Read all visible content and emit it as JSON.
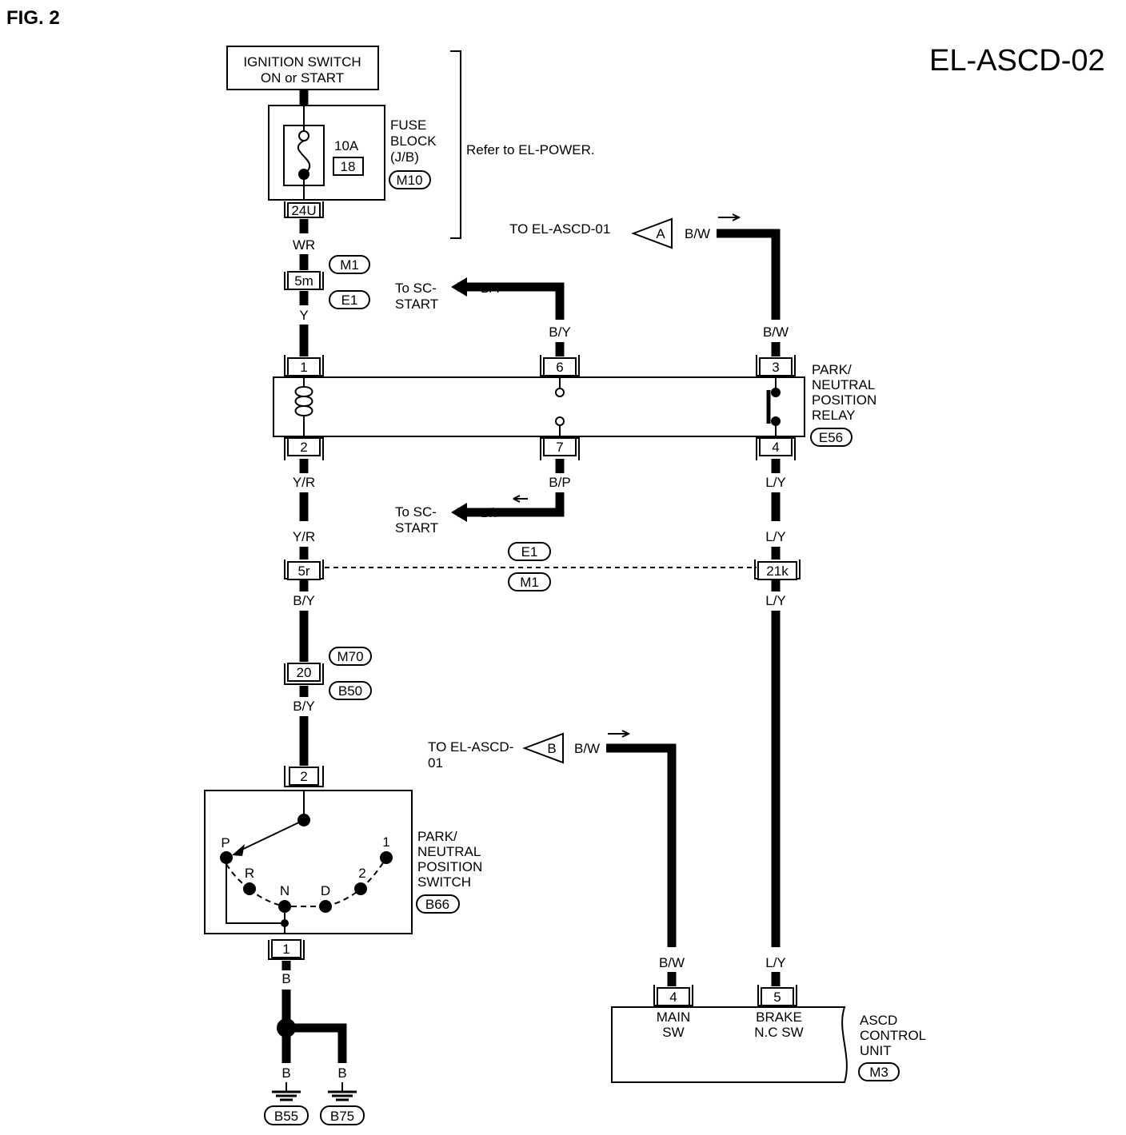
{
  "figure_label": "FIG. 2",
  "diagram_code": "EL-ASCD-02",
  "ignition_switch": {
    "line1": "IGNITION SWITCH",
    "line2": "ON or START"
  },
  "fuse_block": {
    "line1": "FUSE",
    "line2": "BLOCK",
    "line3": "(J/B)",
    "connector": "M10",
    "rating": "10A",
    "fuse_no": "18",
    "terminal": "24U"
  },
  "refer_note": "Refer to EL-POWER.",
  "joint_connector_top": {
    "connector_upper": "M1",
    "terminal": "5m",
    "connector_lower": "E1",
    "wire_in": "WR",
    "wire_out": "Y"
  },
  "relay": {
    "line1": "PARK/",
    "line2": "NEUTRAL",
    "line3": "POSITION",
    "line4": "RELAY",
    "connector": "E56",
    "terminals": [
      "1",
      "2",
      "6",
      "7",
      "3",
      "4"
    ],
    "wires": {
      "t1": "Y",
      "t6": "B/Y",
      "t3": "B/W",
      "t2": "Y/R",
      "t7": "B/P",
      "t4": "L/Y"
    }
  },
  "to_sc_start_top": {
    "line1": "To SC-",
    "line2": "START",
    "wire": "B/Y"
  },
  "to_sc_start_bottom": {
    "line1": "To SC-",
    "line2": "START",
    "wire": "B/P"
  },
  "to_el_ascd_a": {
    "text": "TO EL-ASCD-01",
    "ref": "A",
    "wire": "B/W"
  },
  "to_el_ascd_b": {
    "line1": "TO EL-ASCD-",
    "line2": "01",
    "ref": "B",
    "wire": "B/W"
  },
  "joint_mid": {
    "wire_yr": "Y/R",
    "terminal_left": "5r",
    "wire_left_out": "B/Y",
    "connector_upper": "E1",
    "connector_lower": "M1",
    "wire_ly_in": "L/Y",
    "terminal_right": "21k",
    "wire_right_out": "L/Y"
  },
  "joint_b": {
    "connector_upper": "M70",
    "terminal": "20",
    "connector_lower": "B50",
    "wire_out": "B/Y"
  },
  "pn_switch": {
    "line1": "PARK/",
    "line2": "NEUTRAL",
    "line3": "POSITION",
    "line4": "SWITCH",
    "connector": "B66",
    "terminal_top": "2",
    "terminal_bottom": "1",
    "positions": [
      "P",
      "R",
      "N",
      "D",
      "2",
      "1"
    ]
  },
  "ground": {
    "wire_main": "B",
    "wire_left": "B",
    "wire_right": "B",
    "ground_left": "B55",
    "ground_right": "B75"
  },
  "ascd_unit": {
    "line1": "ASCD",
    "line2": "CONTROL",
    "line3": "UNIT",
    "connector": "M3",
    "t4": "4",
    "t4_wire": "B/W",
    "t4_l1": "MAIN",
    "t4_l2": "SW",
    "t5": "5",
    "t5_wire": "L/Y",
    "t5_l1": "BRAKE",
    "t5_l2": "N.C SW"
  }
}
